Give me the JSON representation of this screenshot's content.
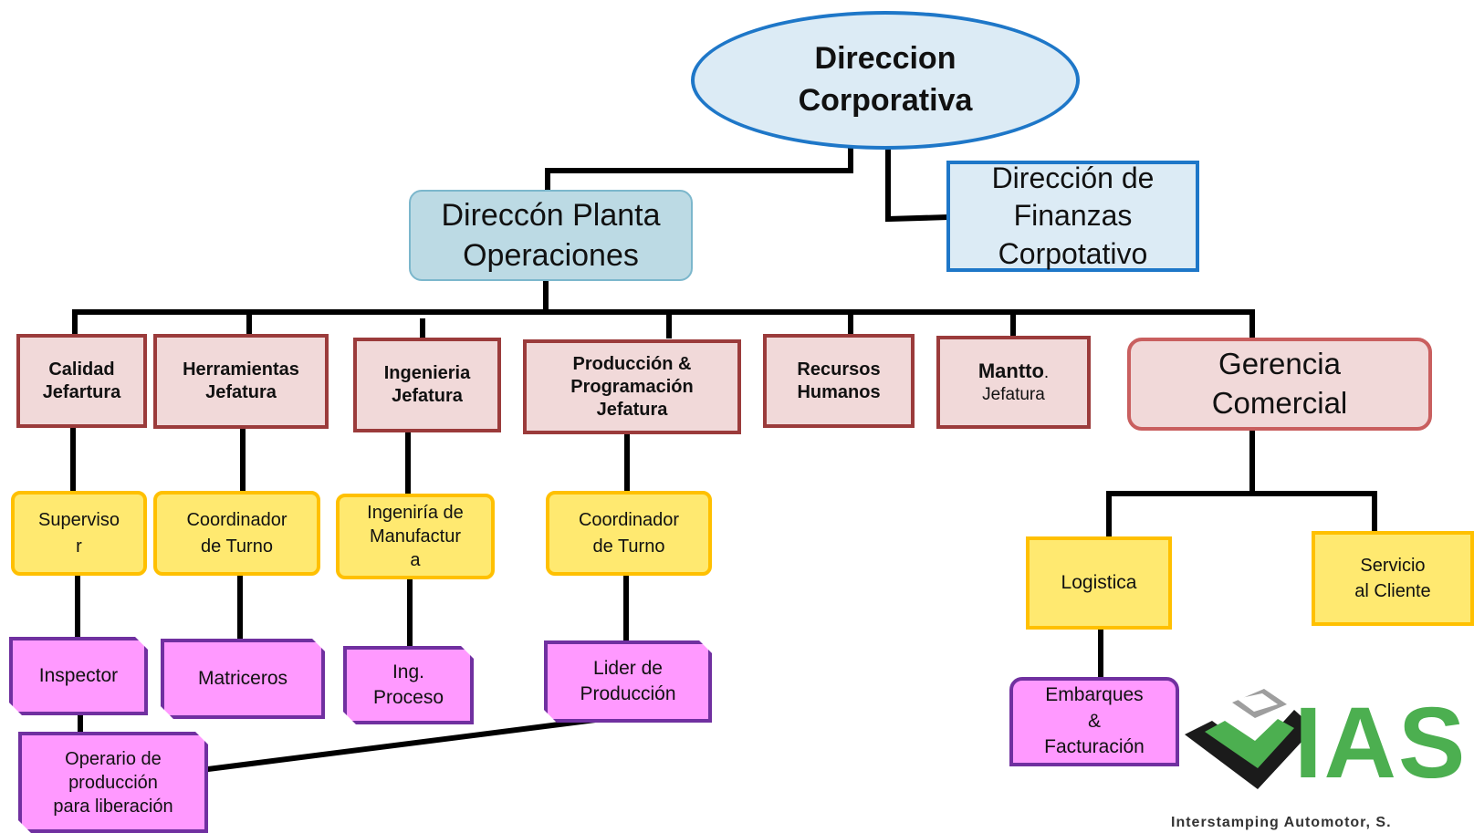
{
  "nodes": {
    "direccion_corporativa": "Direccion\nCorporativa",
    "direccion_planta": "Direccón Planta\nOperaciones",
    "direccion_finanzas": "Dirección de\nFinanzas\nCorpotativo",
    "calidad": "Calidad\nJefartura",
    "herramientas": "Herramientas\nJefatura",
    "ingenieria": "Ingenieria\nJefatura",
    "produccion": "Producción &\nProgramación\nJefatura",
    "recursos_humanos": "Recursos\nHumanos",
    "mantto_title": "Mantto",
    "mantto_dot": ".",
    "mantto_sub": "Jefatura",
    "gerencia_comercial": "Gerencia\nComercial",
    "supervisor": "Superviso\nr",
    "coordinador_herr": "Coordinador\nde Turno",
    "ing_manufactura": "Ingeniría de\nManufactur\na",
    "coordinador_prod": "Coordinador\nde Turno",
    "logistica": "Logistica",
    "servicio_cliente": "Servicio\nal Cliente",
    "inspector": "Inspector",
    "matriceros": "Matriceros",
    "ing_proceso": "Ing.\nProceso",
    "lider_produccion": "Lider de\nProducción",
    "operario": "Operario de\nproducción\npara liberación",
    "embarques": "Embarques\n&\nFacturación"
  },
  "logo": {
    "word": "IAS",
    "tagline": "Interstamping Automotor, S.",
    "colors": {
      "green": "#4caf50",
      "dark": "#1b1b1b",
      "grey": "#9e9e9e"
    }
  },
  "colors": {
    "corporate_fill": "#dcebf5",
    "corporate_border": "#1e77c8",
    "plant_fill": "#bcdae4",
    "dept_fill": "#f1d9d9",
    "dept_border": "#9b3b3b",
    "yellow_fill": "#ffe970",
    "yellow_border": "#ffc000",
    "pink_fill": "#ff99ff",
    "pink_border": "#7030a0",
    "connector": "#000000"
  }
}
